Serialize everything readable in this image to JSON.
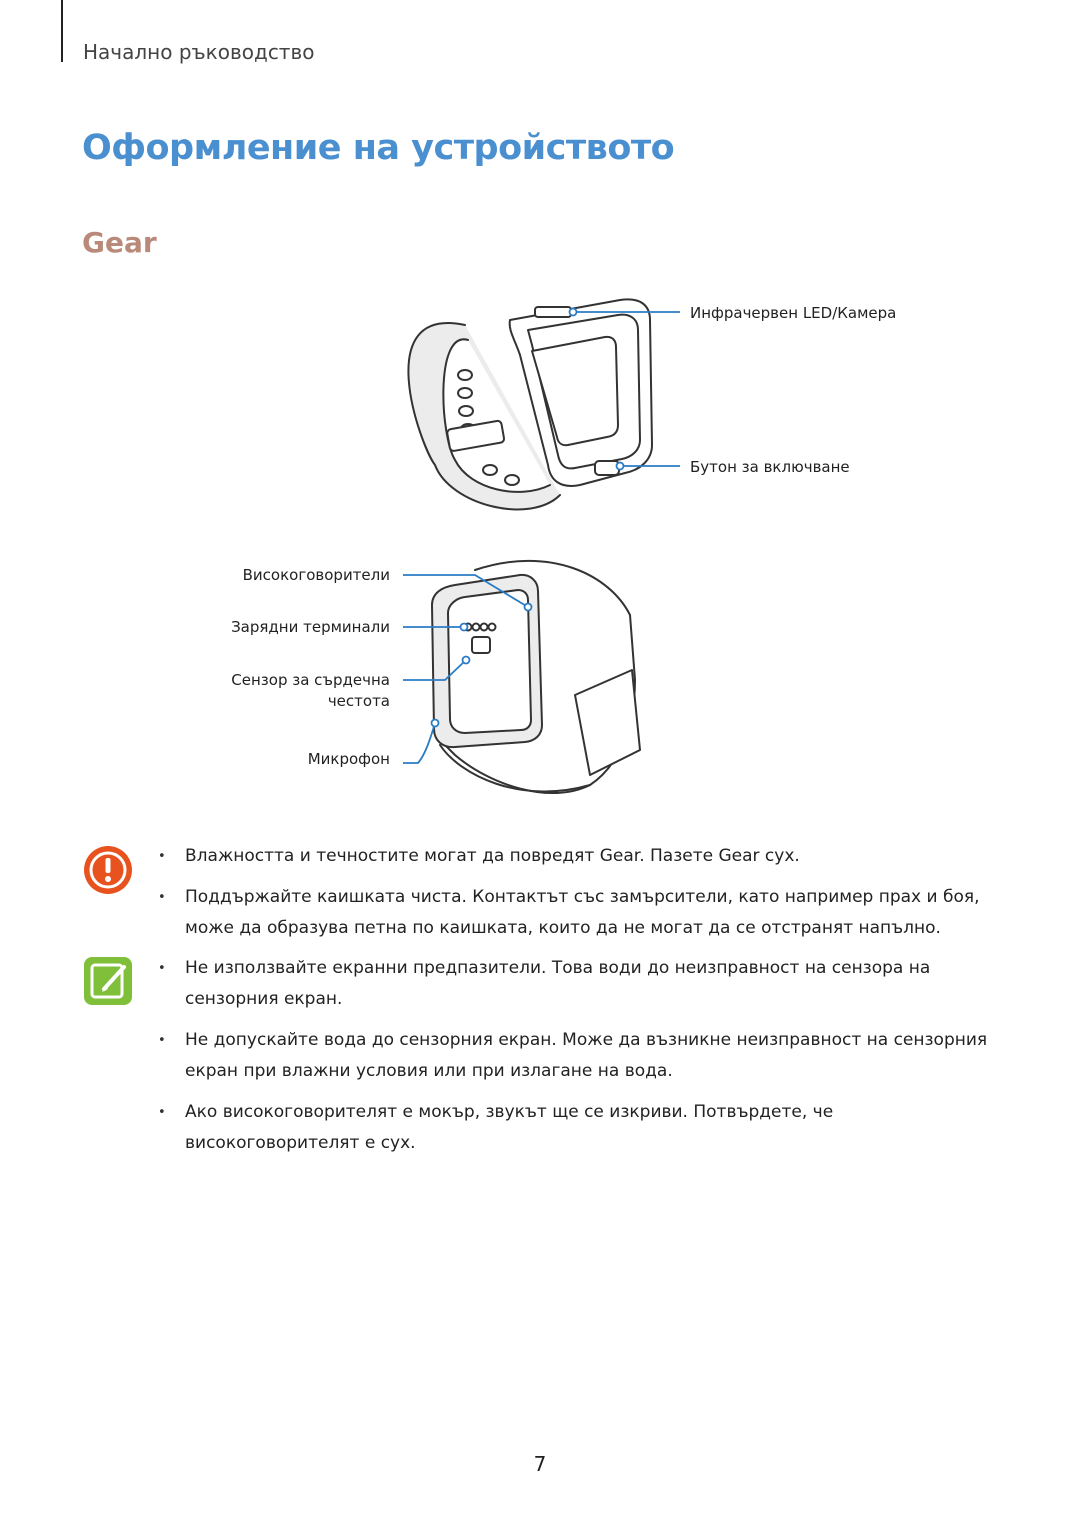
{
  "header": {
    "breadcrumb": "Начално ръководство"
  },
  "title": "Оформление на устройството",
  "section": {
    "title": "Gear"
  },
  "figure": {
    "labels": {
      "ir_led_camera": "Инфрачервен LED/Камера",
      "power_button": "Бутон за включване",
      "speakers": "Високоговорители",
      "charging_terminals": "Зарядни терминали",
      "heart_rate_sensor_line1": "Сензор за сърдечна",
      "heart_rate_sensor_line2": "честота",
      "microphone": "Микрофон"
    },
    "colors": {
      "callout": "#2a7cc4",
      "outline": "#333333",
      "strap": "#e6e6e6"
    }
  },
  "caution": {
    "icon": "caution-icon",
    "color": "#e8521f",
    "items": [
      "Влажността и течностите могат да повредят Gear. Пазете Gear сух.",
      "Поддържайте каишката чиста. Контактът със замърсители, като например прах и боя, може да образува петна по каишката, които да не могат да се отстранят напълно."
    ]
  },
  "note": {
    "icon": "note-icon",
    "color": "#7fbf3a",
    "items": [
      "Не използвайте екранни предпазители. Това води до неизправност на сензора на сензорния екран.",
      "Не допускайте вода до сензорния екран. Може да възникне неизправност на сензорния екран при влажни условия или при излагане на вода.",
      "Ако високоговорителят е мокър, звукът ще се изкриви. Потвърдете, че високоговорителят е сух."
    ]
  },
  "footer": {
    "page_number": "7"
  }
}
